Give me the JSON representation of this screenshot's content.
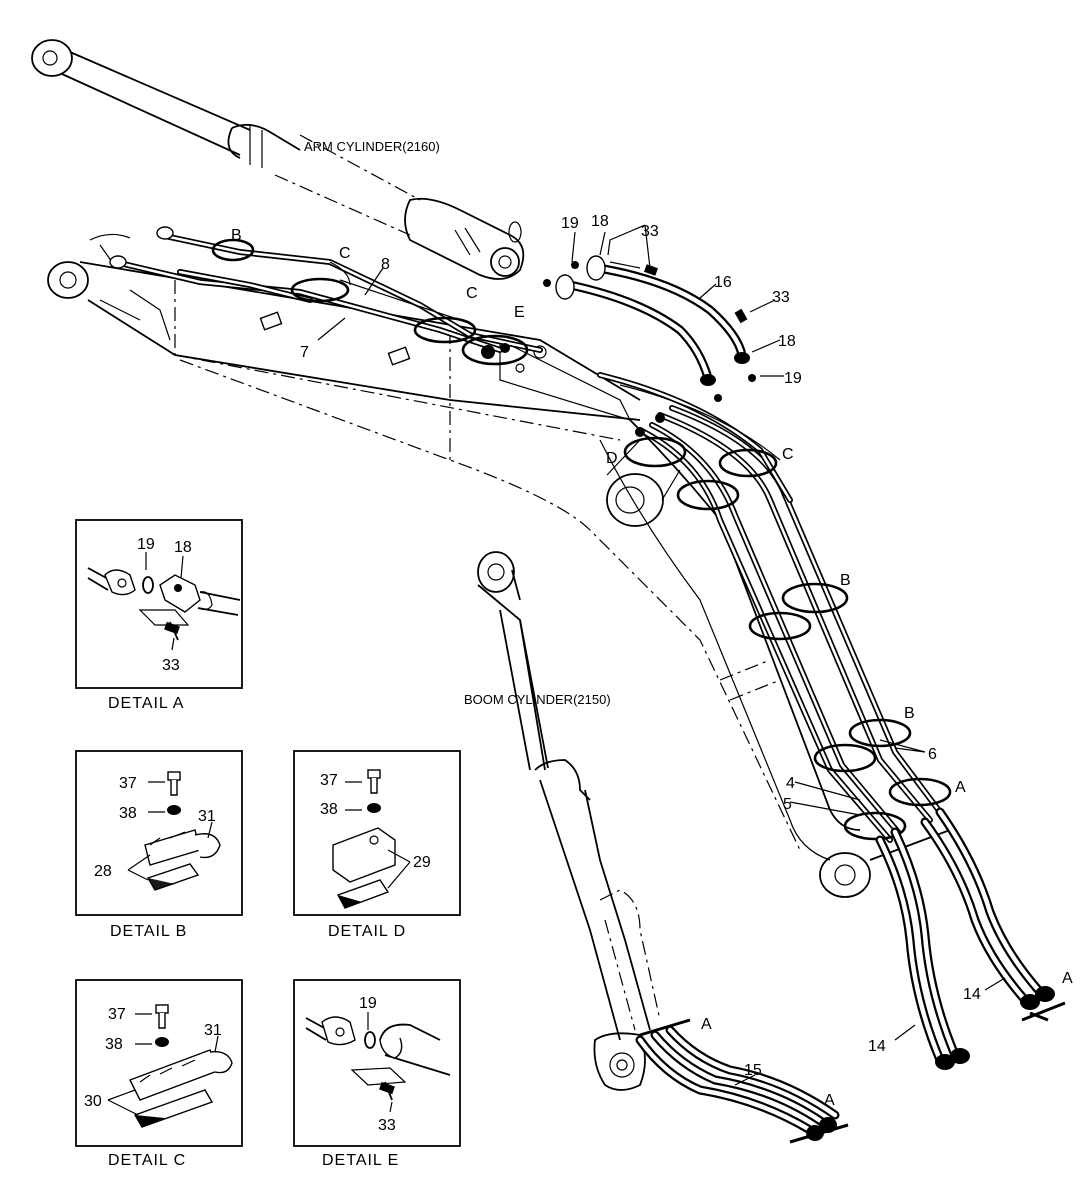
{
  "labels": {
    "arm_cylinder": "ARM CYLINDER(2160)",
    "boom_cylinder": "BOOM CYLINDER(2150)",
    "callouts": {
      "B_top": "B",
      "C_top1": "C",
      "C_top2": "C",
      "E_top": "E",
      "n8": "8",
      "n7": "7",
      "n19_top": "19",
      "n18_top": "18",
      "n33_top": "33",
      "n16": "16",
      "n33_right": "33",
      "n18_right": "18",
      "n19_right": "19",
      "D_mid": "D",
      "C_mid": "C",
      "B_mid1": "B",
      "B_mid2": "B",
      "n6": "6",
      "n4": "4",
      "n5": "5",
      "A_mid": "A",
      "A_right": "A",
      "n14_right": "14",
      "n14_low": "14",
      "A_boom": "A",
      "n15": "15",
      "A_boom_end": "A"
    }
  },
  "details": [
    {
      "id": "A",
      "caption": "DETAIL  A",
      "parts": [
        "19",
        "18",
        "33"
      ]
    },
    {
      "id": "B",
      "caption": "DETAIL  B",
      "parts": [
        "37",
        "38",
        "31",
        "28"
      ]
    },
    {
      "id": "D",
      "caption": "DETAIL  D",
      "parts": [
        "37",
        "38",
        "29"
      ]
    },
    {
      "id": "C",
      "caption": "DETAIL  C",
      "parts": [
        "37",
        "38",
        "31",
        "30"
      ]
    },
    {
      "id": "E",
      "caption": "DETAIL  E",
      "parts": [
        "19",
        "33"
      ]
    }
  ]
}
